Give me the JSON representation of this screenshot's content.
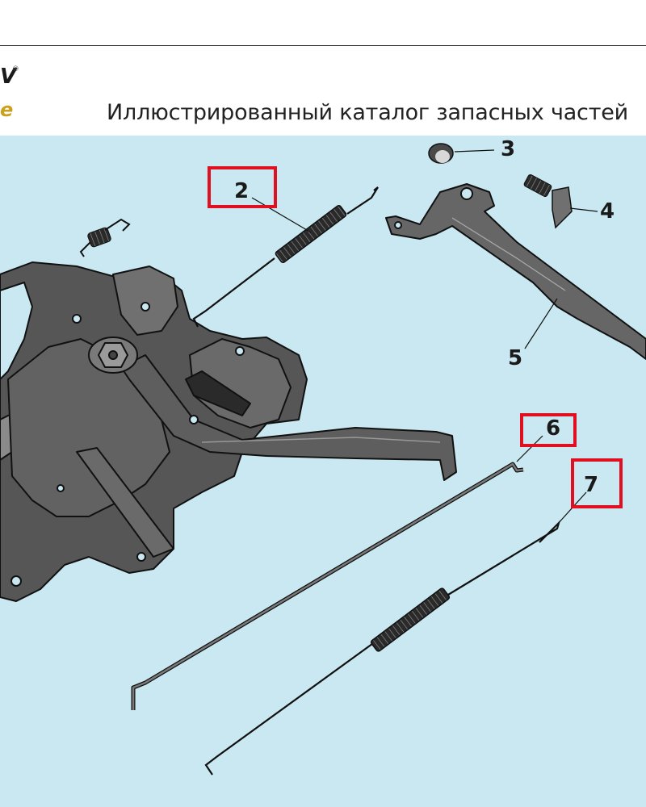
{
  "header": {
    "title": "Иллюстрированный каталог запасных частей",
    "logo_top": "V",
    "logo_mark": "®",
    "logo_bottom": "e"
  },
  "callouts": [
    {
      "label": "2",
      "highlighted": true
    },
    {
      "label": "3",
      "highlighted": false
    },
    {
      "label": "4",
      "highlighted": false
    },
    {
      "label": "5",
      "highlighted": false
    },
    {
      "label": "6",
      "highlighted": true
    },
    {
      "label": "7",
      "highlighted": true
    }
  ],
  "colors": {
    "background": "#c9e8f1",
    "part_fill": "#5a5a5a",
    "highlight": "#e01020",
    "logo_accent": "#caa01c"
  }
}
